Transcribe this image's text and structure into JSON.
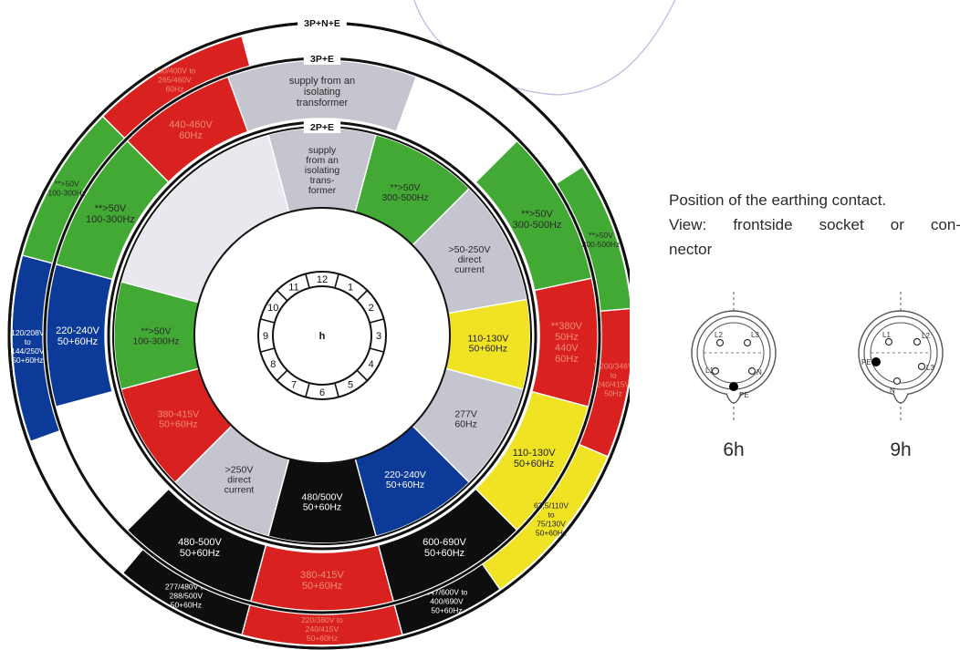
{
  "wheel": {
    "center_label": "h",
    "hours": [
      "12",
      "1",
      "2",
      "3",
      "4",
      "5",
      "6",
      "7",
      "8",
      "9",
      "10",
      "11"
    ],
    "rings": [
      {
        "name": "2P+E",
        "segments": [
          {
            "label": "supply\nfrom an\nisolating\ntrans-\nformer",
            "fill": "#c5c5cf"
          },
          {
            "label": "**>50V\n300-500Hz",
            "fill": "#42a934"
          },
          {
            "label": ">50-250V\ndirect\ncurrent",
            "fill": "#c5c5cf"
          },
          {
            "label": "110-130V\n50+60Hz",
            "fill": "#efe323"
          },
          {
            "label": "277V\n60Hz",
            "fill": "#c5c5cf"
          },
          {
            "label": "220-240V\n50+60Hz",
            "fill": "#0c3a98"
          },
          {
            "label": "480/500V\n50+60Hz",
            "fill": "#0e0e0e"
          },
          {
            "label": ">250V\ndirect\ncurrent",
            "fill": "#c5c5cf"
          },
          {
            "label": "380-415V\n50+60Hz",
            "fill": "#d9221f"
          },
          {
            "label": "**>50V\n100-300Hz",
            "fill": "#42a934"
          },
          {
            "label": "",
            "fill": "#e8e8ee"
          }
        ]
      },
      {
        "name": "3P+E",
        "segments": [
          {
            "label": "supply from an\nisolating\ntransformer",
            "fill": "#c5c5cf"
          },
          {
            "label": "",
            "fill": "#ffffff"
          },
          {
            "label": "**>50V\n300-500Hz",
            "fill": "#42a934"
          },
          {
            "label": "**380V\n50Hz\n440V\n60Hz",
            "fill": "#d9221f"
          },
          {
            "label": "110-130V\n50+60Hz",
            "fill": "#efe323"
          },
          {
            "label": "600-690V\n50+60Hz",
            "fill": "#0e0e0e"
          },
          {
            "label": "380-415V\n50+60Hz",
            "fill": "#d9221f"
          },
          {
            "label": "480-500V\n50+60Hz",
            "fill": "#0e0e0e"
          },
          {
            "label": "",
            "fill": "#ffffff"
          },
          {
            "label": "220-240V\n50+60Hz",
            "fill": "#0c3a98"
          },
          {
            "label": "**>50V\n100-300Hz",
            "fill": "#42a934"
          },
          {
            "label": "440-460V\n60Hz",
            "fill": "#d9221f"
          }
        ]
      },
      {
        "name": "3P+N+E",
        "segments": [
          {
            "label": "",
            "fill": "#ffffff"
          },
          {
            "label": "",
            "fill": "#ffffff"
          },
          {
            "label": "**>50V\n300-500Hz",
            "fill": "#42a934"
          },
          {
            "label": "**200/346V\nto\n240/415V\n50Hz",
            "fill": "#d9221f"
          },
          {
            "label": "63,5/110V\nto\n75/130V\n50+60Hz",
            "fill": "#efe323"
          },
          {
            "label": "347/600V to\n400/690V\n50+60Hz",
            "fill": "#0e0e0e"
          },
          {
            "label": "220/380V to\n240/415V\n50+60Hz",
            "fill": "#d9221f"
          },
          {
            "label": "277/480V to\n288/500V\n50+60Hz",
            "fill": "#0e0e0e"
          },
          {
            "label": "",
            "fill": "#ffffff"
          },
          {
            "label": "120/208V\nto\n144/250V\n50+60Hz",
            "fill": "#0c3a98"
          },
          {
            "label": "**>50V\n100-300Hz",
            "fill": "#42a934"
          },
          {
            "label": "230/400V to\n265/460V\n60Hz",
            "fill": "#d9221f"
          }
        ]
      }
    ]
  },
  "caption": {
    "line1": "Position of the earthing contact.",
    "line2": "View: frontside socket or con-",
    "line3": "nector"
  },
  "plugs": [
    {
      "label": "6h",
      "pins": {
        "top_left": "L2",
        "top_right": "L3",
        "mid_left": "L1",
        "mid_right": "N",
        "earth": "PE"
      }
    },
    {
      "label": "9h",
      "pins": {
        "top_left": "L1",
        "top_right": "L2",
        "mid_left": "PE",
        "mid_right": "L3",
        "bottom": "N"
      }
    }
  ]
}
